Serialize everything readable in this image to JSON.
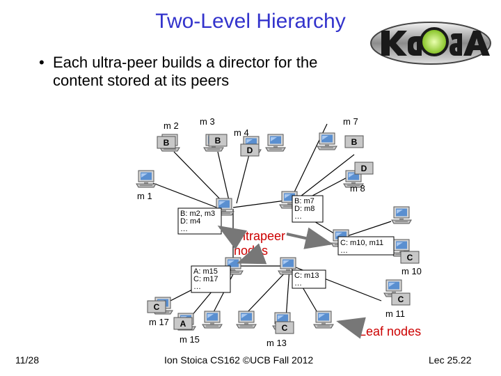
{
  "slide": {
    "title": "Two-Level Hierarchy",
    "bullet_marker": "•",
    "bullet_line1": "Each ultra-peer builds a director for the",
    "bullet_line2": "content stored at its peers"
  },
  "logo": {
    "icon": "kazaa-logo"
  },
  "nodes": {
    "m1": "m 1",
    "m2": "m 2",
    "m3": "m 3",
    "m4": "m 4",
    "m7": "m 7",
    "m8": "m 8",
    "m10": "m 10",
    "m11": "m 11",
    "m13": "m 13",
    "m15": "m 15",
    "m17": "m 17"
  },
  "content_boxes": {
    "b_left": "B",
    "b_mid": "B",
    "d_m4": "D",
    "b_m7": "B",
    "d_m8": "D",
    "c_m10": "C",
    "c_m11": "C",
    "c_m13": "C",
    "a_m15": "A",
    "c_m17": "C"
  },
  "directories": {
    "left_1": "B: m2, m3",
    "left_2": "D: m4",
    "left_3": "…",
    "right_1": "B: m7",
    "right_2": "D: m8",
    "right_3": "…",
    "east_1": "C: m10, m11",
    "east_2": "…",
    "bottom_1": "A: m15",
    "bottom_2": "C: m17",
    "bottom_3": "…",
    "south_1": "C: m13",
    "south_2": "…"
  },
  "annotations": {
    "ultrapeer_1": "Ultrapeer",
    "ultrapeer_2": "nodes",
    "leaf": "Leaf nodes"
  },
  "colors": {
    "title": "#3333cc",
    "annotation": "#cc0000",
    "content_box": "#c8c8c8"
  },
  "footer": {
    "date": "11/28",
    "credit": "Ion Stoica CS162 ©UCB Fall 2012",
    "lecture": "Lec 25.22"
  }
}
